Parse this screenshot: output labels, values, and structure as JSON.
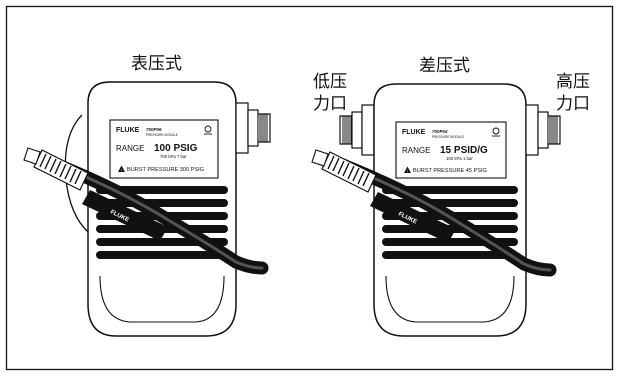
{
  "colors": {
    "ink": "#111111",
    "paper": "#ffffff",
    "label_bg": "#ffffff",
    "rib": "#111111"
  },
  "captions": {
    "gauge_type": "表压式",
    "differential_type": "差压式",
    "low_pressure_port_line1": "低压",
    "low_pressure_port_line2": "力口",
    "high_pressure_port_line1": "高压",
    "high_pressure_port_line2": "力口"
  },
  "left_module": {
    "brand": "FLUKE",
    "model": "700P06",
    "subtitle": "PRESSURE MODULE",
    "range_label": "RANGE",
    "range_value": "100 PSIG",
    "range_metric": "700 kPa  7 bar",
    "burst": "BURST PRESSURE 300 PSIG",
    "cable_brand": "FLUKE",
    "icons": [
      "warning-icon",
      "module-symbol-icon"
    ]
  },
  "right_module": {
    "brand": "FLUKE",
    "model": "700P04",
    "subtitle": "PRESSURE MODULE",
    "range_label": "RANGE",
    "range_value": "15 PSID/G",
    "range_metric": "100 kPa  1 bar",
    "burst": "BURST PRESSURE 45 PSIG",
    "cable_brand": "FLUKE",
    "icons": [
      "warning-icon",
      "module-symbol-icon"
    ]
  }
}
